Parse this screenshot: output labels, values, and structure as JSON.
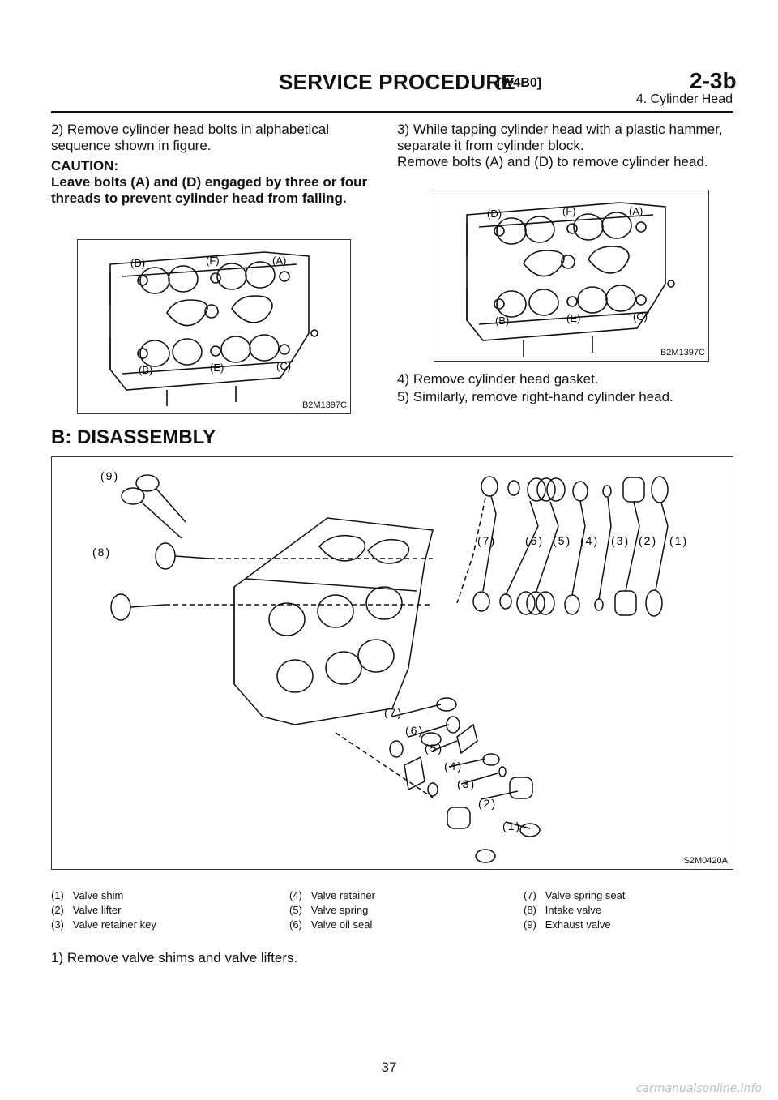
{
  "header": {
    "title": "SERVICE PROCEDURE",
    "code": "[W4B0]",
    "section": "2-3b",
    "subtitle": "4. Cylinder Head"
  },
  "left_col": {
    "step2": "2) Remove cylinder head bolts in alphabetical sequence shown in figure.",
    "caution_label": "CAUTION:",
    "caution_text": "Leave bolts (A) and (D) engaged by three or four threads to prevent cylinder head from falling.",
    "figure_id": "B2M1397C"
  },
  "right_col": {
    "step3a": "3) While tapping cylinder head with a plastic hammer, separate it from cylinder block.",
    "step3b": "Remove bolts (A) and (D) to remove cylinder head.",
    "figure_id": "B2M1397C",
    "step4": "4) Remove cylinder head gasket.",
    "step5": "5) Similarly, remove right-hand cylinder head."
  },
  "head_figure_labels": [
    "(D)",
    "(F)",
    "(A)",
    "(B)",
    "(E)",
    "(C)"
  ],
  "disassembly": {
    "heading": "B: DISASSEMBLY",
    "figure_id": "S2M0420A",
    "callouts": [
      "(1)",
      "(2)",
      "(3)",
      "(4)",
      "(5)",
      "(6)",
      "(7)",
      "(8)",
      "(9)"
    ],
    "legend": [
      {
        "num": "(1)",
        "text": "Valve shim"
      },
      {
        "num": "(2)",
        "text": "Valve lifter"
      },
      {
        "num": "(3)",
        "text": "Valve retainer key"
      },
      {
        "num": "(4)",
        "text": "Valve retainer"
      },
      {
        "num": "(5)",
        "text": "Valve spring"
      },
      {
        "num": "(6)",
        "text": "Valve oil seal"
      },
      {
        "num": "(7)",
        "text": "Valve spring seat"
      },
      {
        "num": "(8)",
        "text": "Intake valve"
      },
      {
        "num": "(9)",
        "text": "Exhaust valve"
      }
    ],
    "step1": "1) Remove valve shims and valve lifters."
  },
  "page_number": "37",
  "watermark": "carmanualsonline.info"
}
